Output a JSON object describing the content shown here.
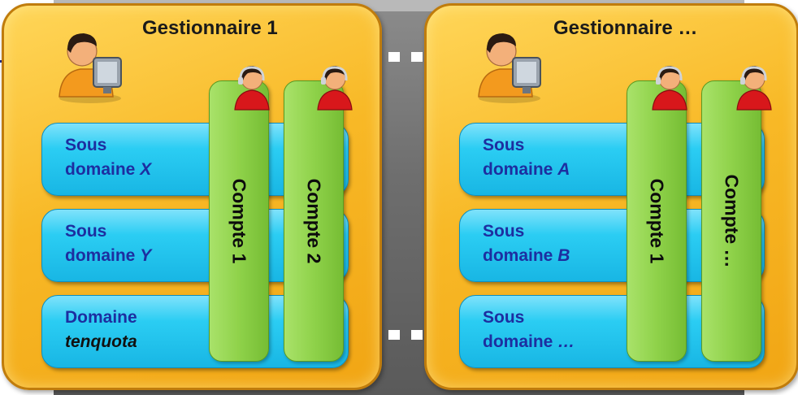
{
  "panels": [
    {
      "title": "Gestionnaire 1",
      "bars": [
        {
          "line1": "Sous",
          "line2_prefix": "domaine ",
          "line2_var": "X"
        },
        {
          "line1": "Sous",
          "line2_prefix": "domaine ",
          "line2_var": "Y"
        },
        {
          "line1": "Domaine",
          "line2_prefix": "",
          "line2_var": "tenquota"
        }
      ],
      "columns": [
        "Compte 1",
        "Compte 2"
      ]
    },
    {
      "title": "Gestionnaire …",
      "bars": [
        {
          "line1": "Sous",
          "line2_prefix": "domaine ",
          "line2_var": "A"
        },
        {
          "line1": "Sous",
          "line2_prefix": "domaine ",
          "line2_var": "B"
        },
        {
          "line1": "Sous",
          "line2_prefix": "domaine ",
          "line2_var": "…"
        }
      ],
      "columns": [
        "Compte 1",
        "Compte …"
      ]
    }
  ],
  "icons": {
    "manager": "manager-at-computer-icon",
    "account": "user-headset-icon"
  },
  "colors": {
    "panel": "#f8b927",
    "bar": "#2bcdf3",
    "column": "#8fd24a",
    "label_blue": "#1d2ea0"
  }
}
